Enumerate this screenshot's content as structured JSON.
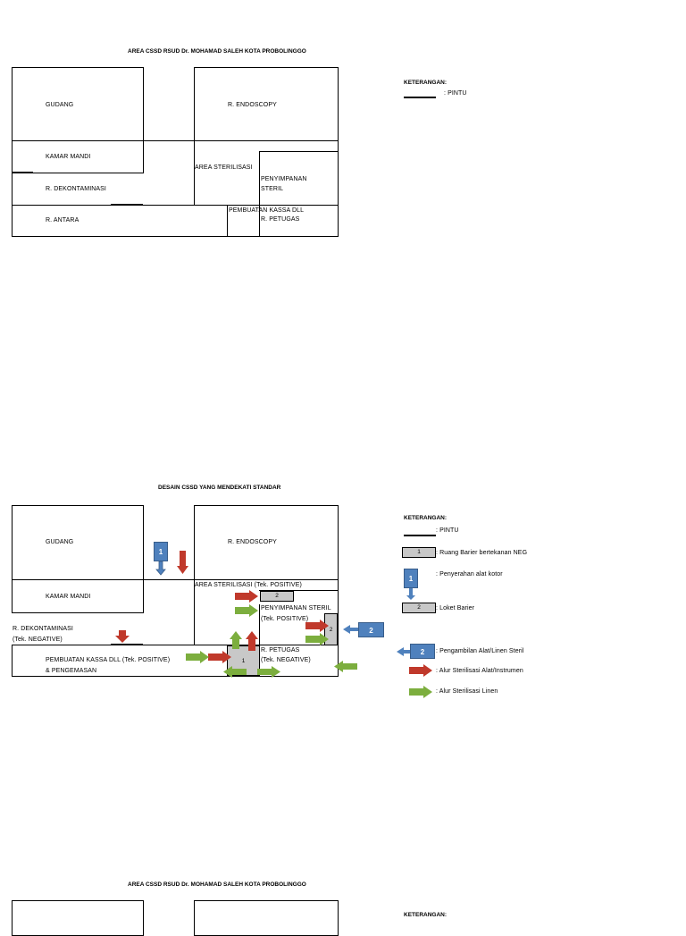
{
  "diagram1": {
    "title": "AREA CSSD RSUD Dr. MOHAMAD SALEH KOTA PROBOLINGGO",
    "rooms": {
      "gudang": "GUDANG",
      "endoscopy": "R. ENDOSCOPY",
      "kamar_mandi": "KAMAR MANDI",
      "area_sterilisasi": "AREA STERILISASI",
      "penyimpanan": "PENYIMPANAN",
      "steril": "STERIL",
      "dekontaminasi": "R. DEKONTAMINASI",
      "antara": "R. ANTARA",
      "kassa": "PEMBUATAN KASSA DLL",
      "petugas": "R. PETUGAS"
    },
    "legend": {
      "heading": "KETERANGAN:",
      "pintu": ": PINTU"
    }
  },
  "diagram2": {
    "title": "DESAIN CSSD YANG MENDEKATI STANDAR",
    "rooms": {
      "gudang": "GUDANG",
      "endoscopy": "R. ENDOSCOPY",
      "kamar_mandi": "KAMAR MANDI",
      "area_sterilisasi": "AREA STERILISASI (Tek. POSITIVE)",
      "penyimpanan": "PENYIMPANAN STERIL",
      "penyimpanan_tek": "(Tek. POSITIVE)",
      "dekontaminasi": "R. DEKONTAMINASI",
      "dekontaminasi_tek": "(Tek. NEGATIVE)",
      "kassa": "PEMBUATAN KASSA DLL (Tek. POSITIVE)",
      "pengemasan": "& PENGEMASAN",
      "petugas": "R. PETUGAS",
      "petugas_tek": "(Tek. NEGATIVE)"
    },
    "markers": {
      "one": "1",
      "two": "2"
    },
    "legend": {
      "heading": "KETERANGAN:",
      "pintu": ": PINTU",
      "ruang_barier": ": Ruang Barier bertekanan NEG",
      "penyerahan": ": Penyerahan alat  kotor",
      "loket": ": Loket Barier",
      "pengambilan": ": Pengambilan Alat/Linen Steril",
      "alur_alat": ": Alur Sterilisasi Alat/Instrumen",
      "alur_linen": ": Alur Sterilisasi Linen"
    }
  },
  "diagram3": {
    "title": "AREA CSSD RSUD Dr. MOHAMAD SALEH KOTA PROBOLINGGO",
    "legend_heading": "KETERANGAN:"
  },
  "colors": {
    "red": "#c0392b",
    "green": "#7cae3e",
    "blue": "#4f81bd",
    "gray": "#c8c8c8"
  }
}
